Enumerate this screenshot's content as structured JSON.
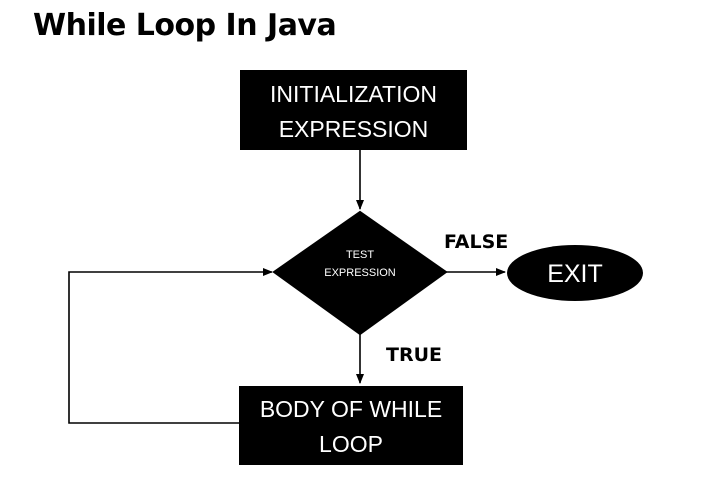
{
  "title": "While Loop In Java",
  "nodes": {
    "init": {
      "line1": "INITIALIZATION",
      "line2": "EXPRESSION"
    },
    "test": {
      "line1": "TEST",
      "line2": "EXPRESSION"
    },
    "body": {
      "line1": "BODY OF WHILE",
      "line2": "LOOP"
    },
    "exit": {
      "label": "EXIT"
    }
  },
  "edges": {
    "false_label": "FALSE",
    "true_label": "TRUE"
  },
  "colors": {
    "node_fill": "#000000",
    "node_text": "#ffffff",
    "line": "#000000",
    "background": "#ffffff"
  }
}
